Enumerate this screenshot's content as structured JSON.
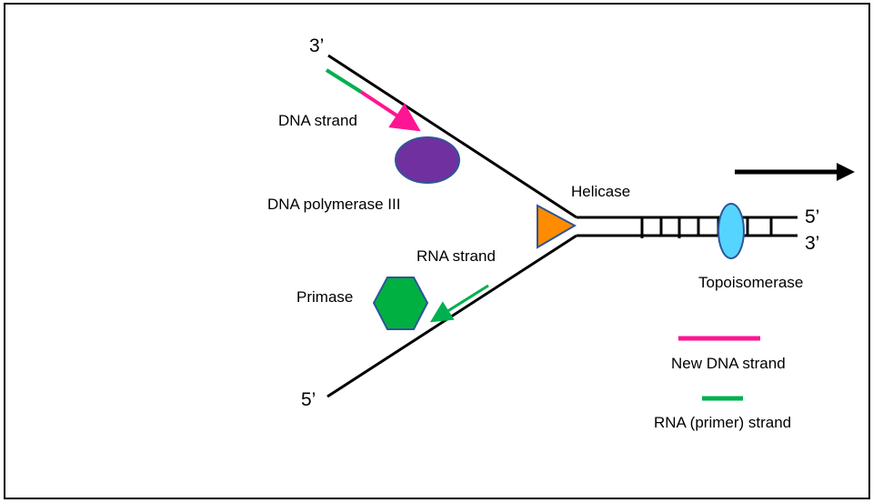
{
  "diagram": {
    "title": "DNA replication fork",
    "ends": {
      "upper_left": "3’",
      "lower_left": "5’",
      "right_top": "5’",
      "right_bottom": "3’"
    },
    "labels": {
      "dna_strand": "DNA strand",
      "dna_polymerase": "DNA polymerase III",
      "helicase": "Helicase",
      "rna_strand": "RNA strand",
      "primase": "Primase",
      "topoisomerase": "Topoisomerase"
    },
    "legend": [
      {
        "label": "New DNA strand",
        "color": "#FF1493"
      },
      {
        "label": "RNA (primer) strand",
        "color": "#00B050"
      }
    ],
    "colors": {
      "strand": "#000000",
      "new_dna": "#FF1493",
      "rna_primer": "#00B050",
      "dna_polymerase": "#7030A0",
      "helicase": "#FF8C00",
      "primase": "#00B040",
      "topoisomerase": "#55D4FF",
      "outline": "#2F5597"
    },
    "direction_arrow": "right"
  }
}
